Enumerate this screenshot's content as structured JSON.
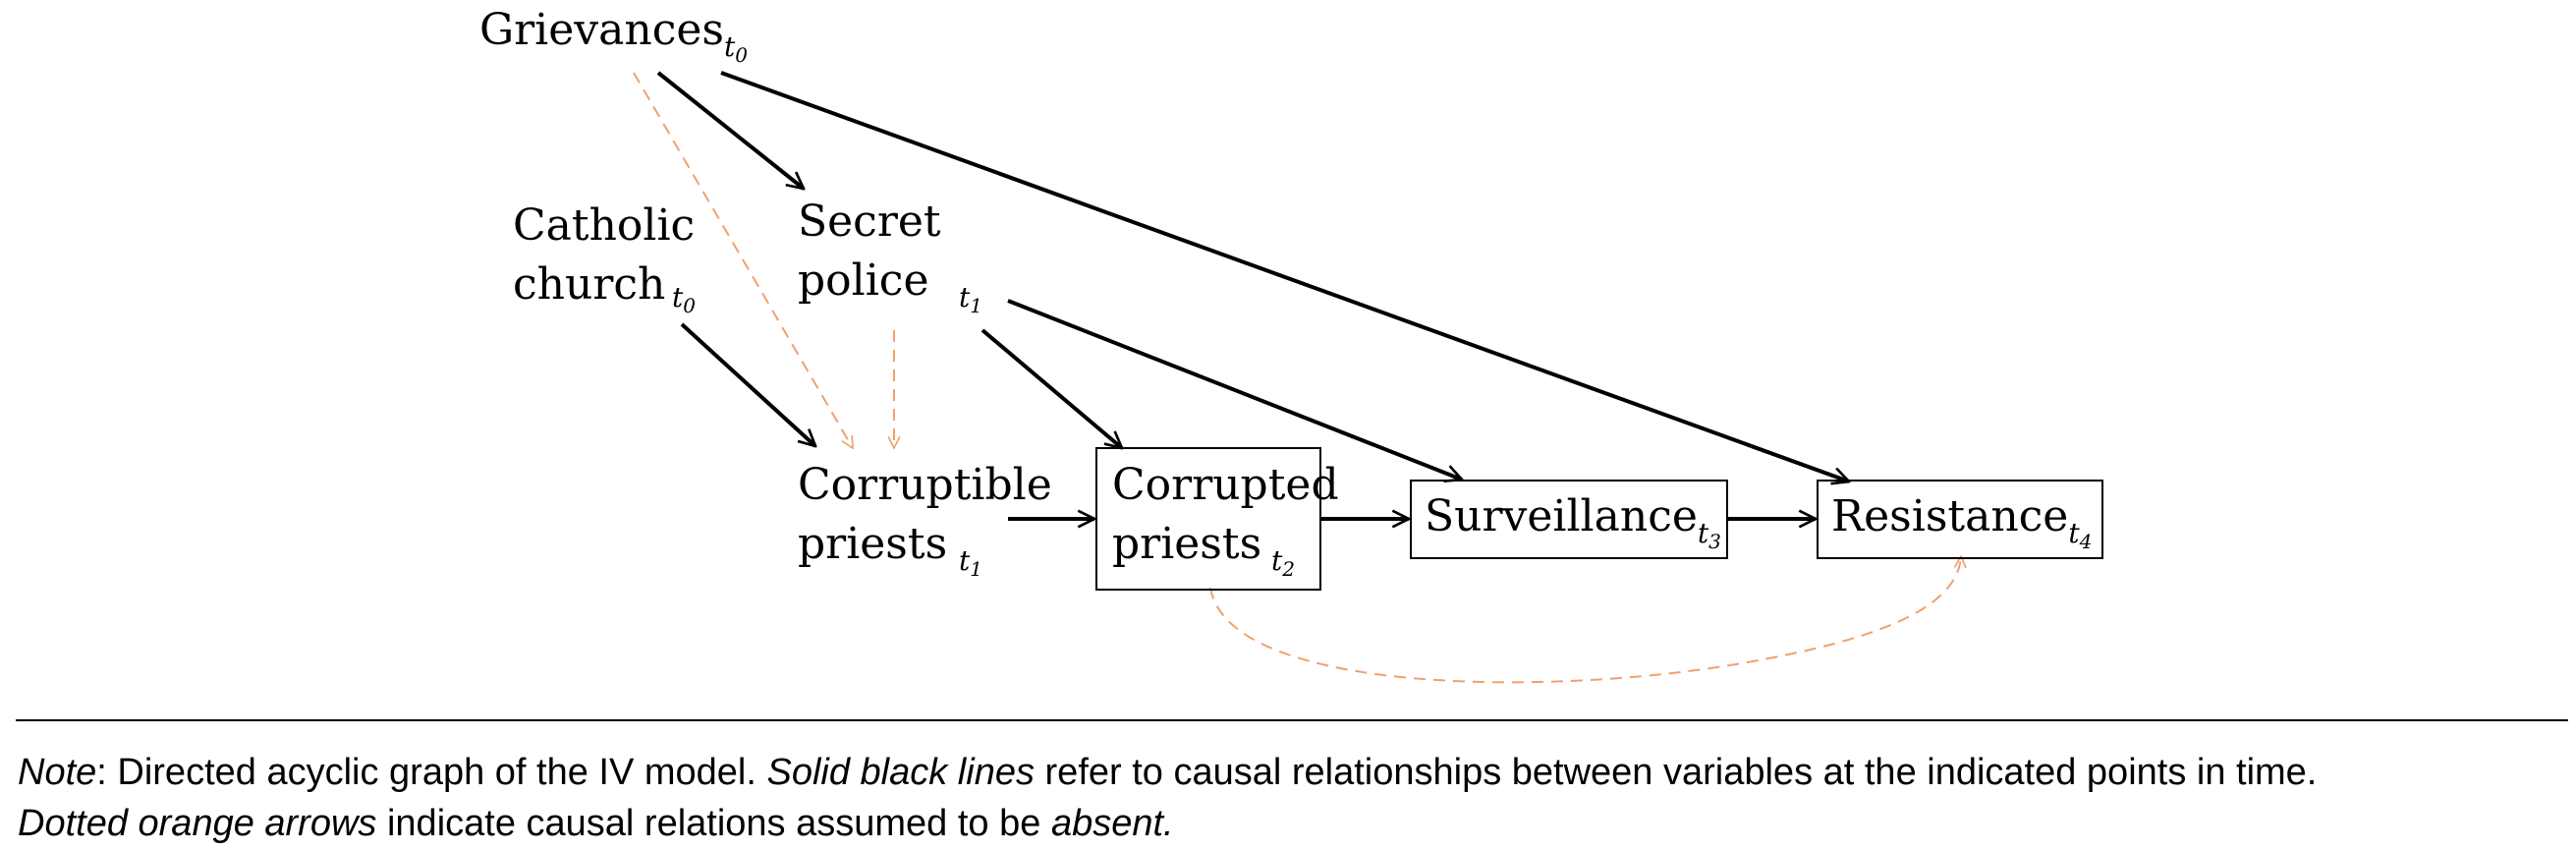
{
  "nodes": {
    "grievances": {
      "label": "Grievances",
      "sub": "t",
      "subsub": "0"
    },
    "catholic_church": {
      "line1": "Catholic",
      "line2": "church",
      "sub": "t",
      "subsub": "0"
    },
    "secret_police": {
      "line1": "Secret",
      "line2": "police",
      "sub": "t",
      "subsub": "1"
    },
    "corruptible_priests": {
      "line1": "Corruptible",
      "line2": "priests",
      "sub": "t",
      "subsub": "1"
    },
    "corrupted_priests": {
      "line1": "Corrupted",
      "line2": "priests",
      "sub": "t",
      "subsub": "2"
    },
    "surveillance": {
      "label": "Surveillance",
      "sub": "t",
      "subsub": "3"
    },
    "resistance": {
      "label": "Resistance",
      "sub": "t",
      "subsub": "4"
    }
  },
  "edges": {
    "solid": [
      [
        "grievances",
        "secret_police"
      ],
      [
        "grievances",
        "resistance"
      ],
      [
        "catholic_church",
        "corruptible_priests"
      ],
      [
        "secret_police",
        "corrupted_priests"
      ],
      [
        "secret_police",
        "surveillance"
      ],
      [
        "corruptible_priests",
        "corrupted_priests"
      ],
      [
        "corrupted_priests",
        "surveillance"
      ],
      [
        "surveillance",
        "resistance"
      ]
    ],
    "dashed_absent": [
      [
        "grievances",
        "corruptible_priests"
      ],
      [
        "secret_police",
        "corruptible_priests"
      ],
      [
        "corrupted_priests",
        "resistance"
      ]
    ]
  },
  "colors": {
    "solid_edge": "#000000",
    "absent_edge": "#f0a070"
  },
  "note": {
    "label": "Note",
    "text1": ": Directed acyclic graph of the IV model. ",
    "italic1": "Solid black lines",
    "text2": " refer to causal relationships between variables at the indicated points in time.",
    "italic2": "Dotted orange arrows",
    "text3": " indicate causal relations assumed to be ",
    "italic3": "absent."
  }
}
